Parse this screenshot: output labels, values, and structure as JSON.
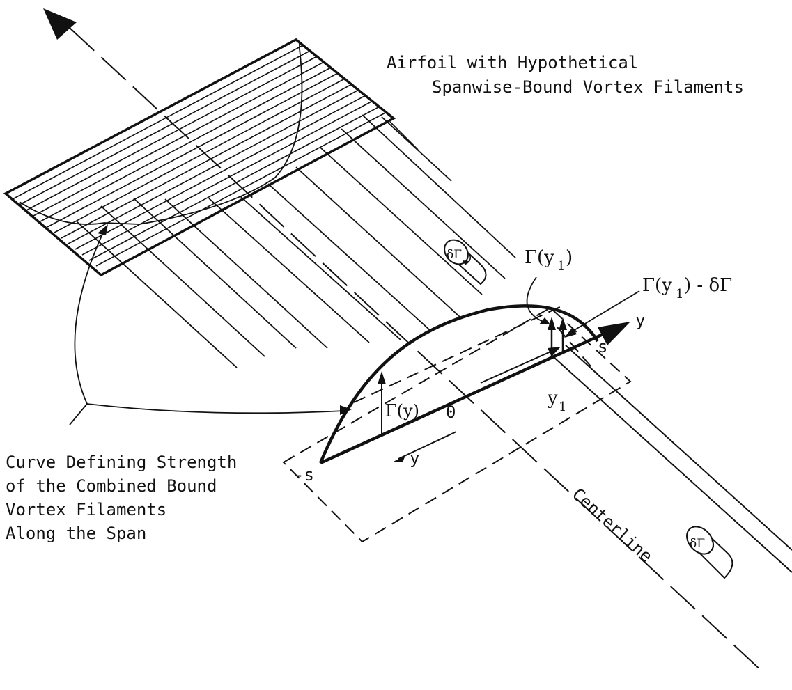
{
  "labels": {
    "title_line1": "Airfoil with Hypothetical",
    "title_line2": "Spanwise-Bound Vortex Filaments",
    "curve_line1": "Curve Defining Strength",
    "curve_line2": "of the Combined Bound",
    "curve_line3": "Vortex Filaments",
    "curve_line4": "Along the Span",
    "centerline": "Centerline",
    "axis_y": "y",
    "axis_s": "s",
    "axis_neg_s": "-s",
    "origin": "0",
    "gamma_y": "Γ(y)",
    "gamma_y1": "Γ(y",
    "gamma_y1_minus": "Γ(y",
    "minus_delta": ") - δΓ",
    "sub_1": "1",
    "close_paren": ")",
    "y1_label": "y",
    "y_lower": "y",
    "delta_gamma_1": "δΓ",
    "delta_gamma_2": "δΓ"
  },
  "colors": {
    "ink": "#111111",
    "background": "#ffffff"
  }
}
